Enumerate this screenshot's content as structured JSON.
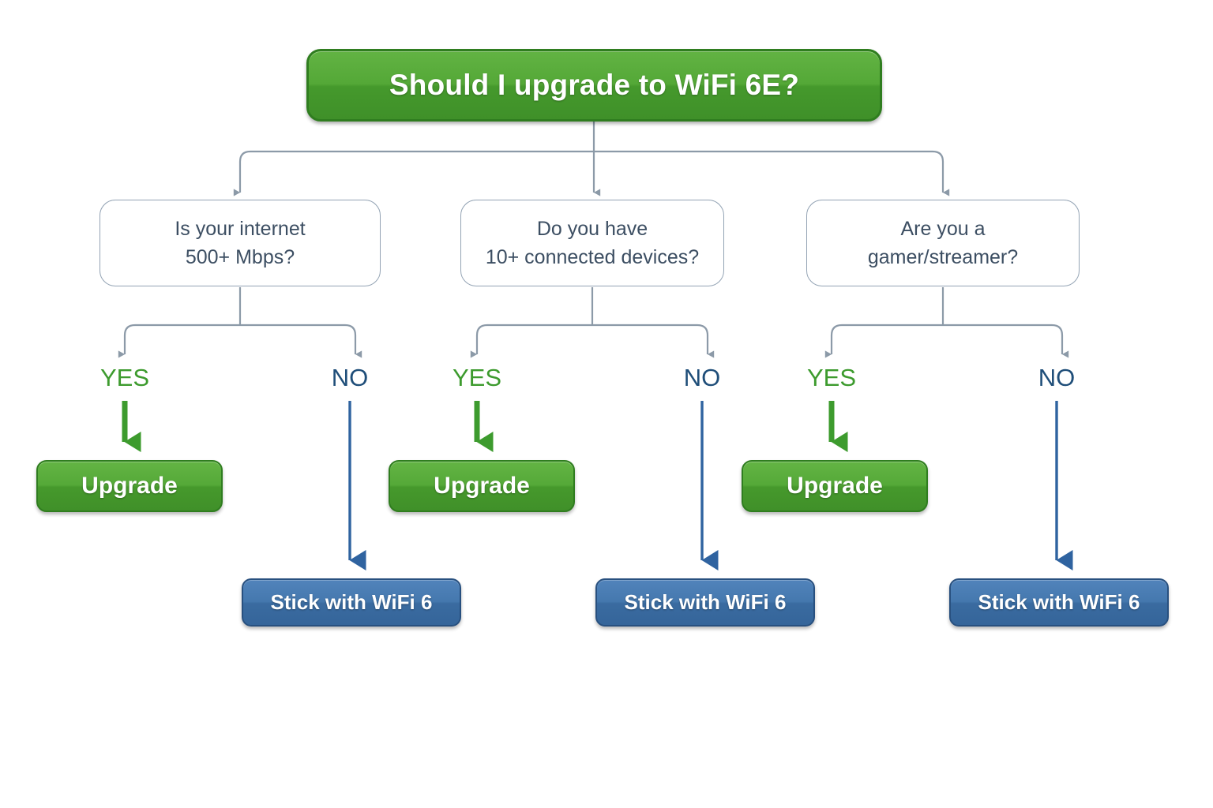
{
  "diagram": {
    "title": "Should I upgrade to WiFi 6E?",
    "type": "decision-flowchart",
    "background_color": "#ffffff",
    "colors": {
      "root_green": "#4CA336",
      "root_green_border": "#2F7D1F",
      "upgrade_green": "#4CA336",
      "stick_blue": "#3F72A8",
      "stick_blue_border": "#28507F",
      "decision_border": "#93A3B4",
      "decision_text": "#3C4E62",
      "yes_label": "#3D9B2E",
      "no_label": "#1F4E79",
      "connector_gray": "#8C9AA8"
    },
    "root": {
      "label": "Should I upgrade to WiFi 6E?"
    },
    "branches": [
      {
        "id": "speed",
        "question_line1": "Is your internet",
        "question_line2": "500+ Mbps?",
        "yes": {
          "label": "YES",
          "outcome": "Upgrade"
        },
        "no": {
          "label": "NO",
          "outcome": "Stick with WiFi 6"
        }
      },
      {
        "id": "devices",
        "question_line1": "Do you have",
        "question_line2": "10+ connected devices?",
        "yes": {
          "label": "YES",
          "outcome": "Upgrade"
        },
        "no": {
          "label": "NO",
          "outcome": "Stick with WiFi 6"
        }
      },
      {
        "id": "usage",
        "question_line1": "Are you a",
        "question_line2": "gamer/streamer?",
        "yes": {
          "label": "YES",
          "outcome": "Upgrade"
        },
        "no": {
          "label": "NO",
          "outcome": "Stick with WiFi 6"
        }
      }
    ]
  }
}
